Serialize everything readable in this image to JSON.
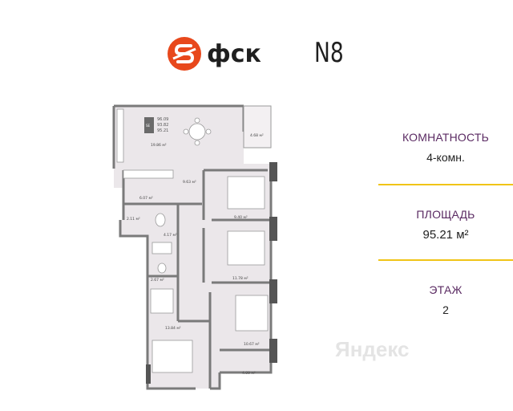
{
  "brand": {
    "name": "фск",
    "accent": "#e8481c"
  },
  "project": {
    "name": "N8"
  },
  "info": {
    "rooms_label": "КОМНАТНОСТЬ",
    "rooms_value": "4-комн.",
    "area_label": "ПЛОЩАДЬ",
    "area_value": "95.21 м²",
    "floor_label": "ЭТАЖ",
    "floor_value": "2",
    "separator_color": "#f0c417"
  },
  "plan": {
    "summary": [
      "96.09",
      "93.82",
      "95.21"
    ],
    "summary_tag": "SE",
    "rooms": {
      "kitchen_living": "19.86 м²",
      "balcony": "4.68 м²",
      "corridor": "9.63 м²",
      "hall": "6.07 м²",
      "bedroom_1": "9.40 м²",
      "wardrobe": "2.11 м²",
      "bathroom_1": "4.17 м²",
      "bedroom_2": "11.78 м²",
      "bathroom_2": "2.67 м²",
      "bedroom_3": "13.84 м²",
      "bedroom_4": "10.67 м²",
      "loggia": "4.09 м²"
    }
  },
  "watermark": "Яндекс"
}
